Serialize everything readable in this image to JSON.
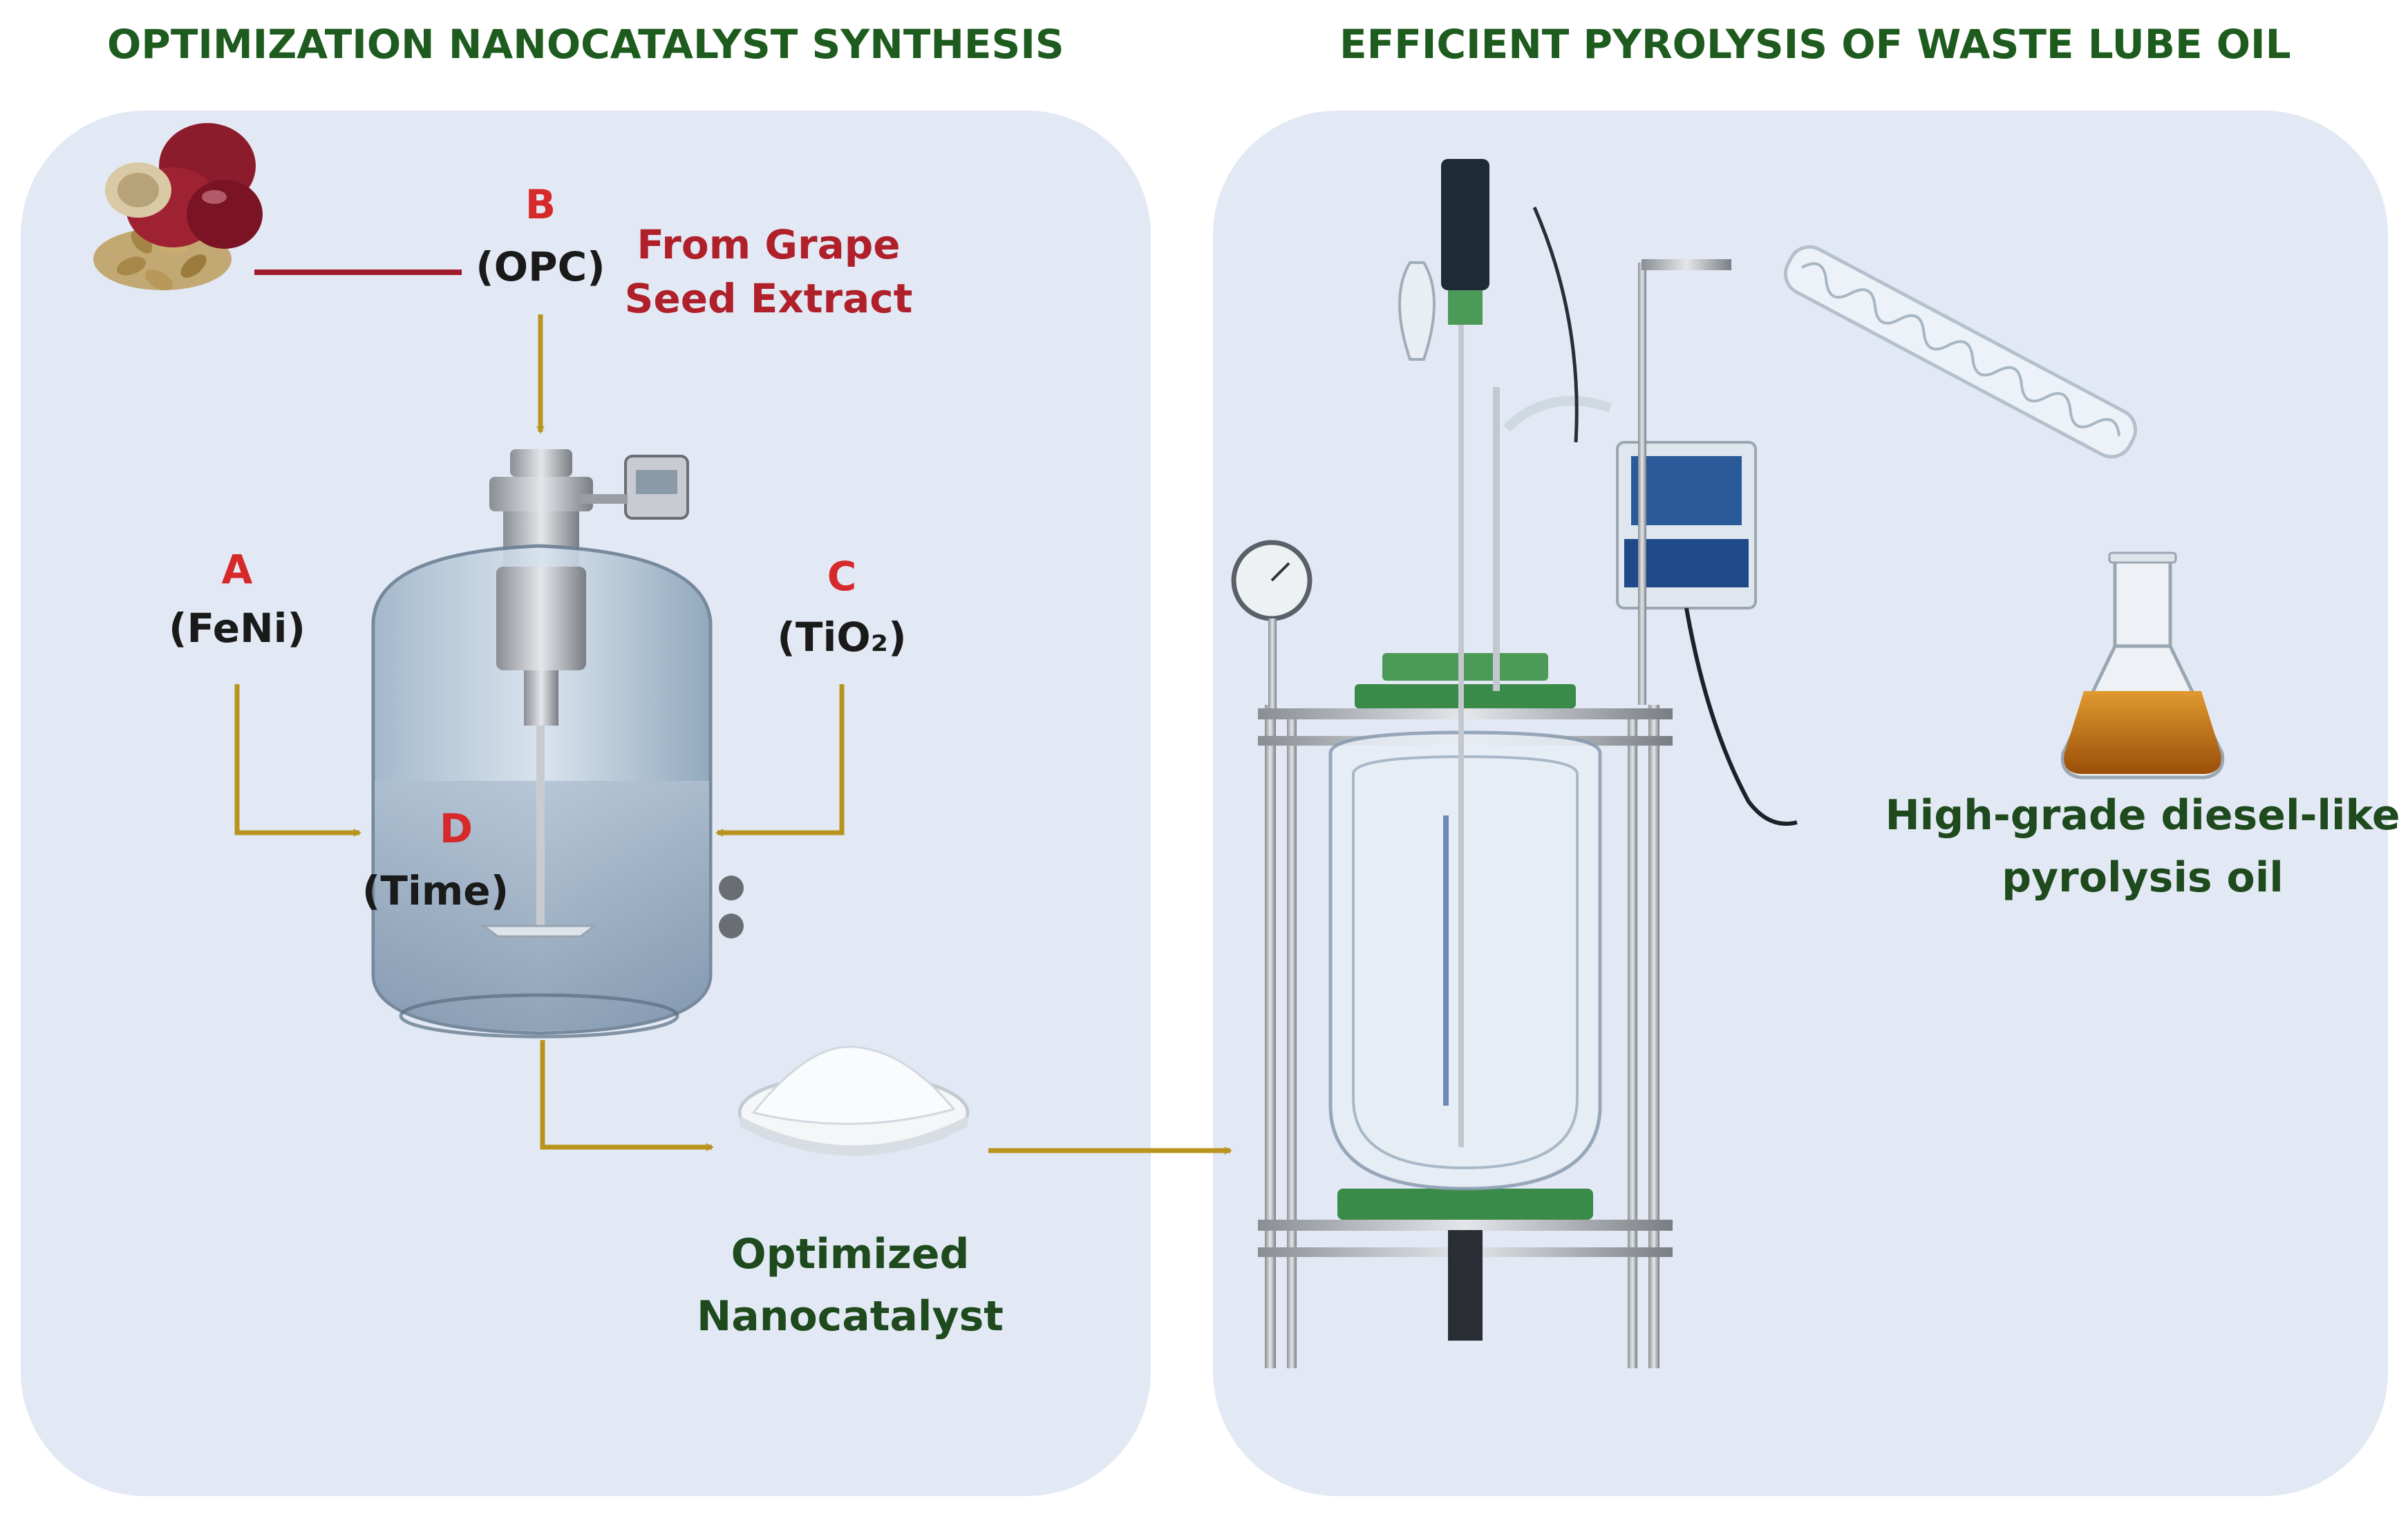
{
  "headings": {
    "left": "OPTIMIZATION NANOCATALYST SYNTHESIS",
    "right": "EFFICIENT PYROLYSIS OF WASTE LUBE OIL"
  },
  "factors": {
    "a": {
      "letter": "A",
      "name": "(FeNi)"
    },
    "b": {
      "letter": "B",
      "name": "(OPC)"
    },
    "c": {
      "letter": "C",
      "name": "(TiO₂)"
    },
    "d": {
      "letter": "D",
      "name": "(Time)"
    }
  },
  "source_note": {
    "line1": "From Grape",
    "line2": "Seed Extract"
  },
  "product": {
    "line1": "Optimized",
    "line2": "Nanocatalyst"
  },
  "output": {
    "line1": "High-grade diesel-like",
    "line2": "pyrolysis oil"
  },
  "colors": {
    "panel": "#e2e9f4",
    "heading_green": "#1e5b1e",
    "letter_red": "#d62a2a",
    "note_red": "#b0202a",
    "arrow_gold": "#b8941e",
    "connector_red": "#a01c2c",
    "frame_green": "#3a8a4a",
    "oil_amber": "#c06a10"
  },
  "icons": [
    "grape-seed-image",
    "glass-reactor-image",
    "powder-dish-image",
    "jacketed-reactor-image",
    "condenser-image",
    "flask-image"
  ]
}
